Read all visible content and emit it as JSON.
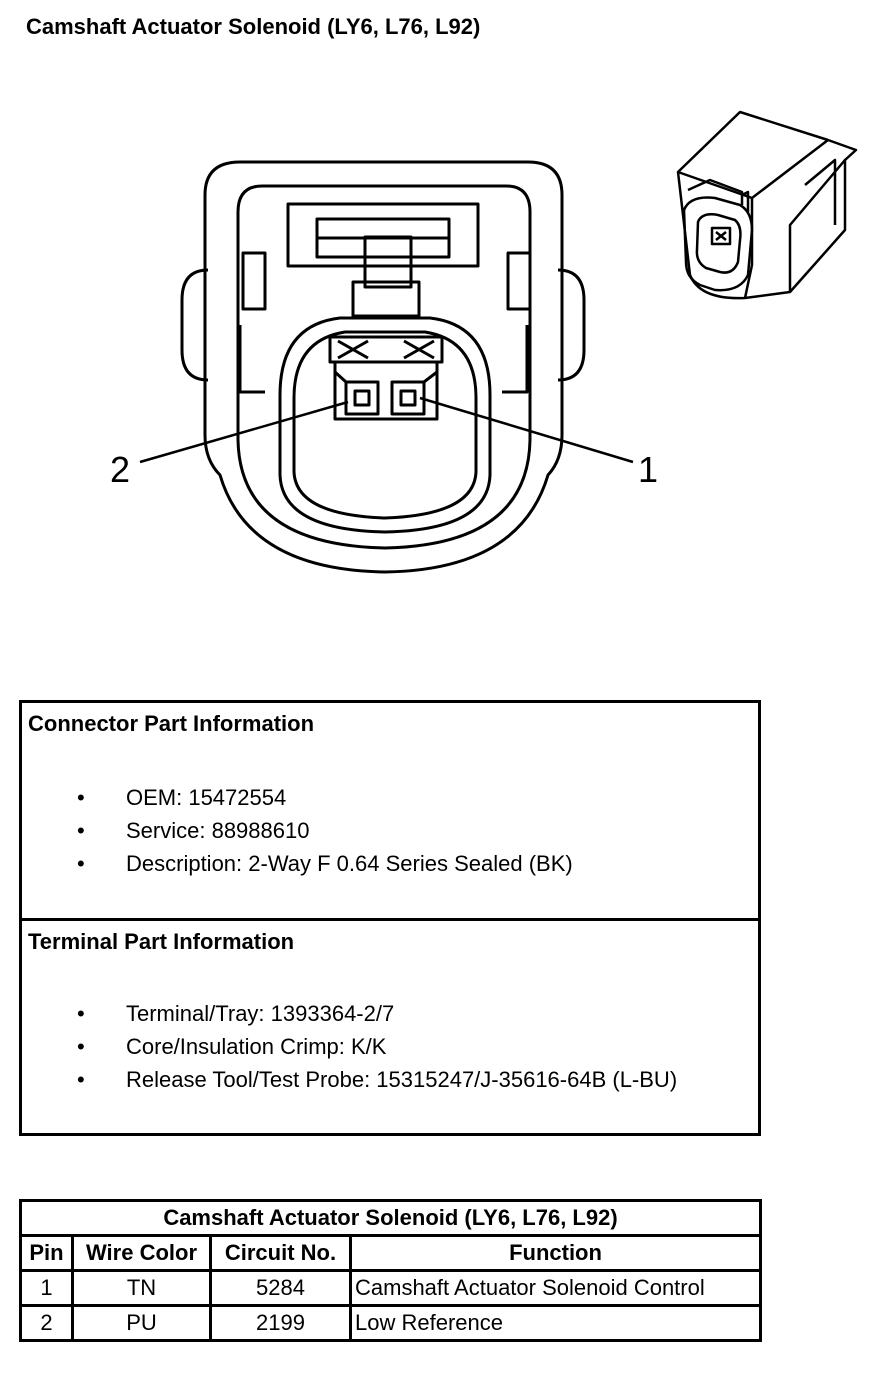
{
  "title": "Camshaft Actuator Solenoid (LY6, L76, L92)",
  "diagram": {
    "callouts": [
      "2",
      "1"
    ]
  },
  "connector_info": {
    "heading": "Connector Part Information",
    "items": [
      "OEM: 15472554",
      "Service: 88988610",
      "Description: 2-Way F 0.64 Series Sealed (BK)"
    ]
  },
  "terminal_info": {
    "heading": "Terminal Part Information",
    "items": [
      "Terminal/Tray: 1393364-2/7",
      "Core/Insulation Crimp: K/K",
      "Release Tool/Test Probe: 15315247/J-35616-64B (L-BU)"
    ]
  },
  "pin_table": {
    "caption": "Camshaft Actuator Solenoid (LY6, L76, L92)",
    "headers": [
      "Pin",
      "Wire Color",
      "Circuit No.",
      "Function"
    ],
    "rows": [
      [
        "1",
        "TN",
        "5284",
        "Camshaft Actuator Solenoid Control"
      ],
      [
        "2",
        "PU",
        "2199",
        "Low Reference"
      ]
    ]
  }
}
